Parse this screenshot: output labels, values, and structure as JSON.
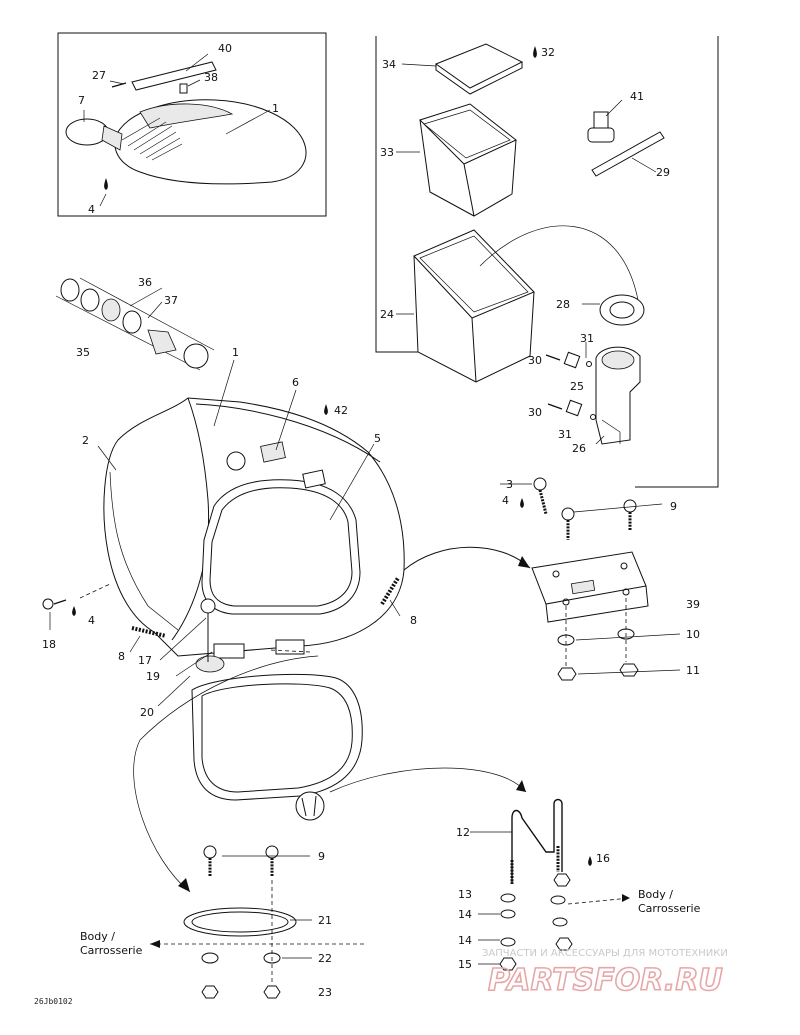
{
  "callouts": {
    "c40": "40",
    "c27": "27",
    "c38": "38",
    "c7": "7",
    "c1a": "1",
    "c4a": "4",
    "c34": "34",
    "c32": "32",
    "c33": "33",
    "c41": "41",
    "c29": "29",
    "c24": "24",
    "c28": "28",
    "c31a": "31",
    "c30a": "30",
    "c25": "25",
    "c30b": "30",
    "c31b": "31",
    "c26": "26",
    "c36": "36",
    "c37": "37",
    "c35": "35",
    "c1b": "1",
    "c6": "6",
    "c42": "42",
    "c2": "2",
    "c5": "5",
    "c3": "3",
    "c4b": "4",
    "c9a": "9",
    "c39": "39",
    "c10": "10",
    "c11": "11",
    "c8a": "8",
    "c18": "18",
    "c4c": "4",
    "c8b": "8",
    "c17": "17",
    "c19": "19",
    "c20": "20",
    "c12": "12",
    "c16": "16",
    "c13": "13",
    "c14a": "14",
    "c14b": "14",
    "c15": "15",
    "c9b": "9",
    "c21": "21",
    "c22": "22",
    "c23": "23"
  },
  "body_label_left": {
    "line1": "Body /",
    "line2": "Carrosserie"
  },
  "body_label_right": {
    "line1": "Body /",
    "line2": "Carrosserie"
  },
  "figure_code": "26Jb0102",
  "watermark": {
    "tagline": "ЗАПЧАСТИ И АКСЕССУАРЫ ДЛЯ МОТОТЕХНИКИ",
    "brand": "PARTSFOR.RU"
  }
}
